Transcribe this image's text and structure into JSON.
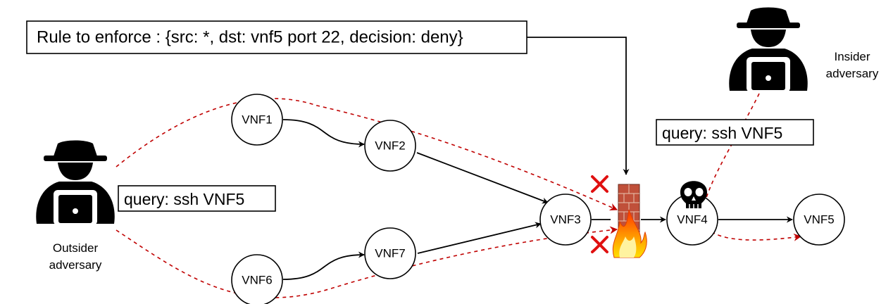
{
  "rule_box": {
    "text": "Rule to enforce : {src: *, dst: vnf5 port 22, decision: deny}"
  },
  "outsider": {
    "query": "query: ssh VNF5",
    "label_line1": "Outsider",
    "label_line2": "adversary"
  },
  "insider": {
    "query": "query: ssh VNF5",
    "label_line1": "Insider",
    "label_line2": "adversary"
  },
  "nodes": {
    "vnf1": "VNF1",
    "vnf2": "VNF2",
    "vnf3": "VNF3",
    "vnf4": "VNF4",
    "vnf5": "VNF5",
    "vnf6": "VNF6",
    "vnf7": "VNF7"
  },
  "icons": {
    "adversary": "hacker-icon",
    "firewall": "firewall-icon",
    "compromised": "skull-icon",
    "blocked": "cross-mark-icon"
  },
  "colors": {
    "attack_path": "#c00000",
    "blocked_mark": "#e01010",
    "firewall_brick": "#c0503a"
  }
}
